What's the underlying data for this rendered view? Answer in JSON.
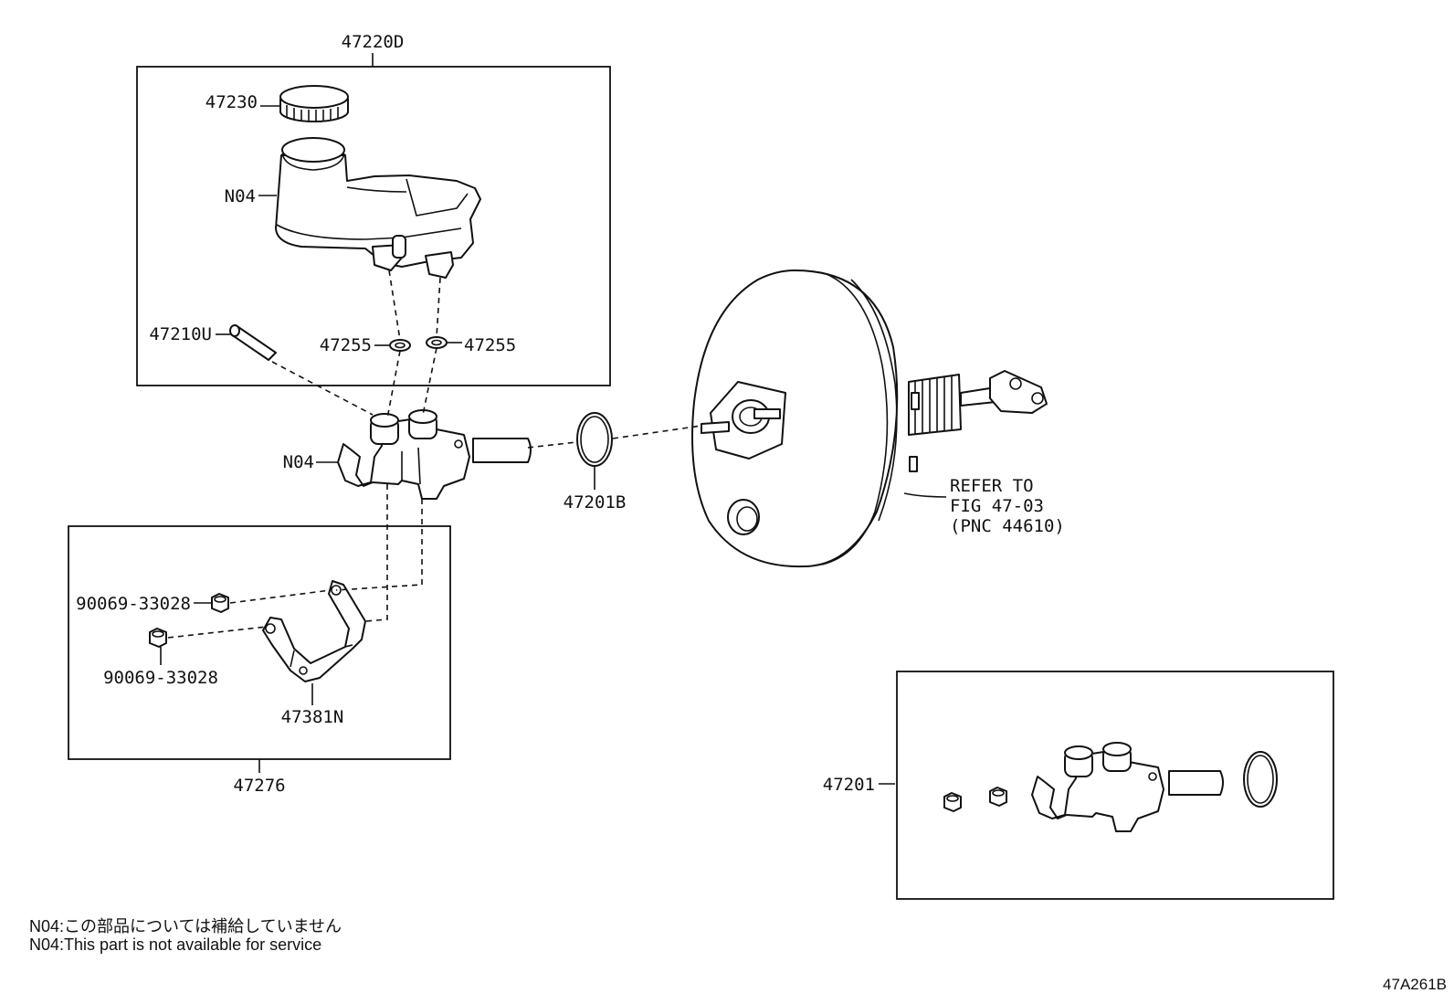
{
  "labels": {
    "assy_47220D": "47220D",
    "cap_47230": "47230",
    "reservoir_N04": "N04",
    "pin_47210U": "47210U",
    "grommet_left_47255": "47255",
    "grommet_right_47255": "47255",
    "cylinder_N04": "N04",
    "oring_47201B": "47201B",
    "refer_line1": "REFER TO",
    "refer_line2": "FIG 47-03",
    "refer_line3": "(PNC 44610)",
    "nut_upper": "90069-33028",
    "nut_lower": "90069-33028",
    "bracket_47381N": "47381N",
    "kit_47276": "47276",
    "assy_47201": "47201"
  },
  "notes": {
    "jp": "N04:この部品については補給していません",
    "en": "N04:This part is not available for service"
  },
  "figure_code": "47A261B"
}
